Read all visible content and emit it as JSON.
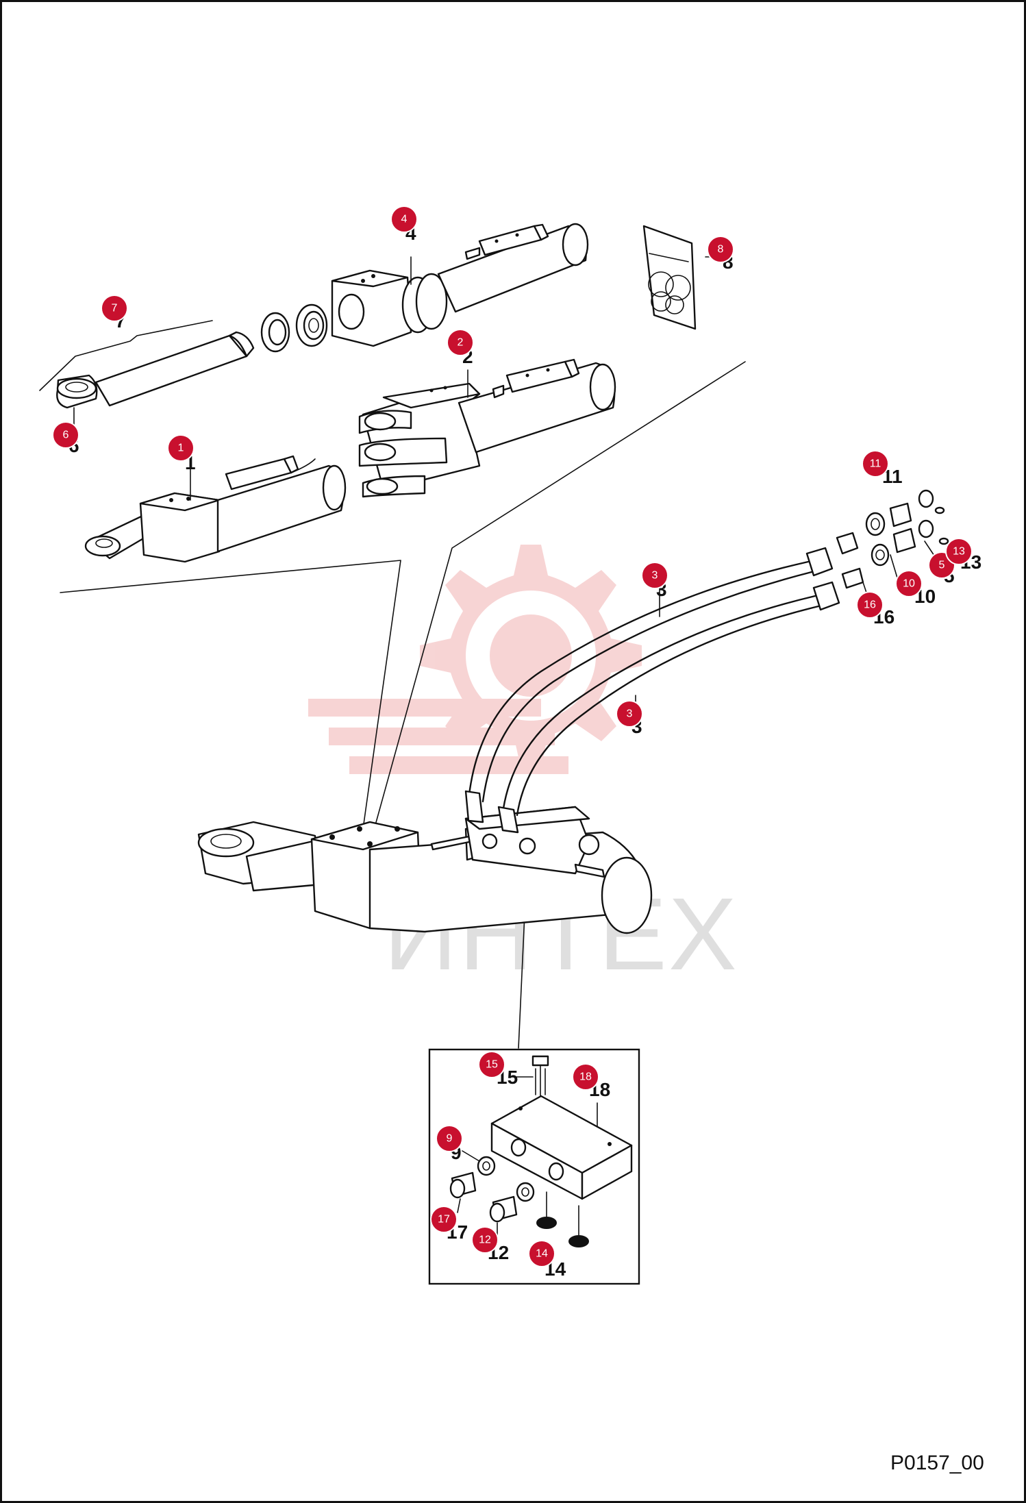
{
  "drawing": {
    "code": "P0157_00",
    "watermark_text": "ИНТЕХ"
  },
  "callouts": [
    {
      "id": "c1",
      "number": "1",
      "label": "1"
    },
    {
      "id": "c2",
      "number": "2",
      "label": "2"
    },
    {
      "id": "c3a",
      "number": "3",
      "label": "3"
    },
    {
      "id": "c3b",
      "number": "3",
      "label": "3"
    },
    {
      "id": "c4",
      "number": "4",
      "label": "4"
    },
    {
      "id": "c5",
      "number": "5",
      "label": "5"
    },
    {
      "id": "c6",
      "number": "6",
      "label": "6"
    },
    {
      "id": "c7",
      "number": "7",
      "label": "7"
    },
    {
      "id": "c8",
      "number": "8",
      "label": "8"
    },
    {
      "id": "c9",
      "number": "9",
      "label": "9"
    },
    {
      "id": "c10",
      "number": "10",
      "label": "10"
    },
    {
      "id": "c11",
      "number": "11",
      "label": "11"
    },
    {
      "id": "c12",
      "number": "12",
      "label": "12"
    },
    {
      "id": "c13",
      "number": "13",
      "label": "13"
    },
    {
      "id": "c14",
      "number": "14",
      "label": "14"
    },
    {
      "id": "c15",
      "number": "15",
      "label": "15"
    },
    {
      "id": "c16",
      "number": "16",
      "label": "16"
    },
    {
      "id": "c17",
      "number": "17",
      "label": "17"
    },
    {
      "id": "c18",
      "number": "18",
      "label": "18"
    }
  ],
  "colors": {
    "badge": "#c8102e",
    "line": "#111111",
    "watermark": "#e8a0a0"
  }
}
